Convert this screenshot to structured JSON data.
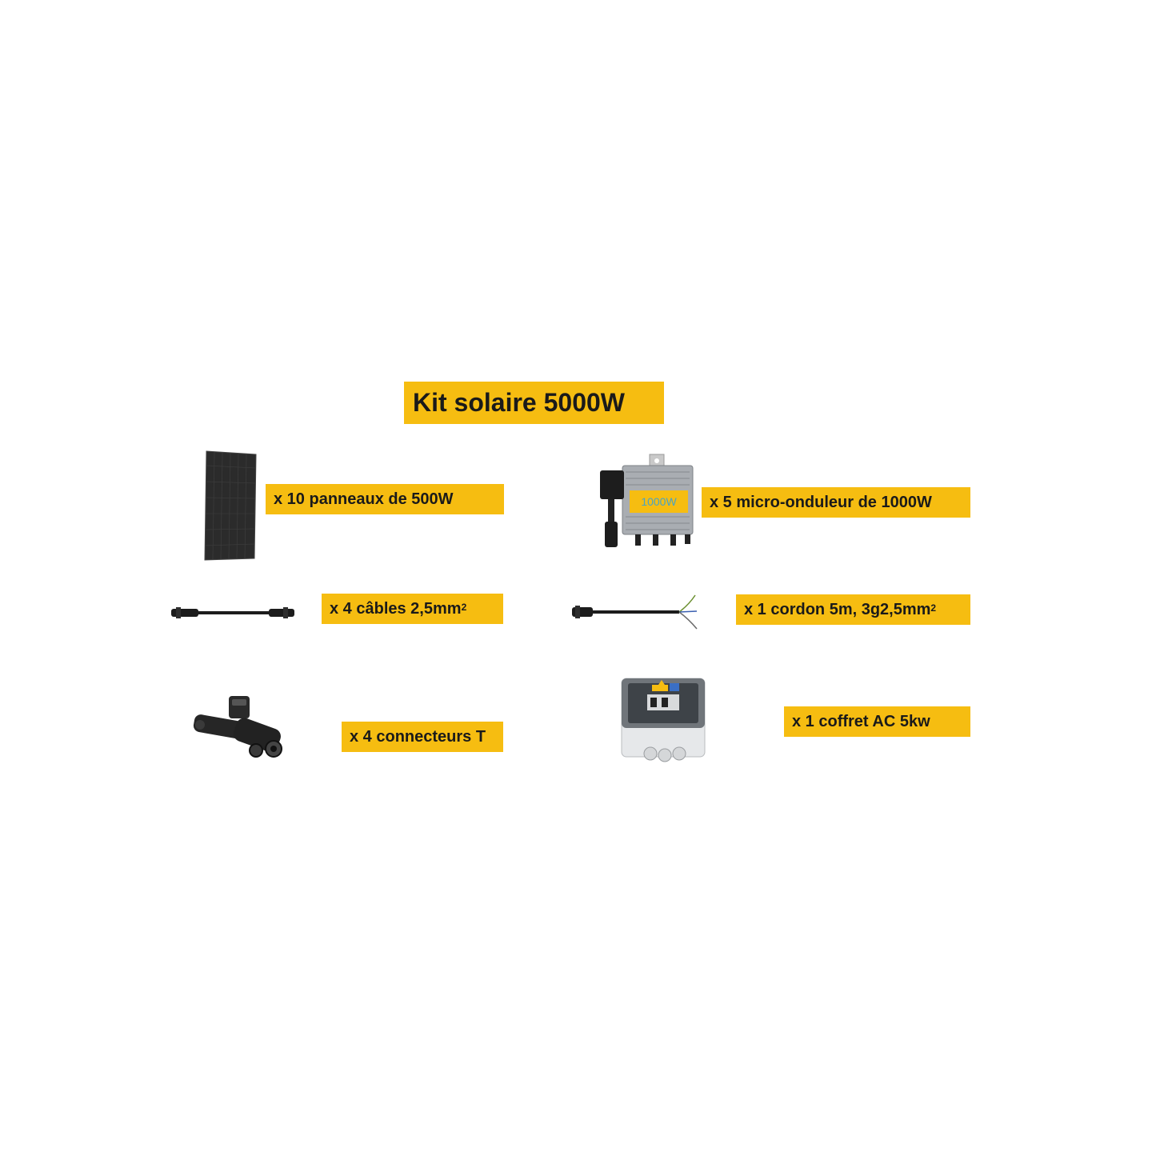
{
  "title": "Kit solaire 5000W",
  "items": [
    {
      "name": "panels",
      "label": "x 10 panneaux de 500W",
      "superscript": ""
    },
    {
      "name": "micro-inverter",
      "label": "x 5 micro-onduleur de 1000W",
      "superscript": "",
      "badge": "1000W"
    },
    {
      "name": "cables",
      "label": "x 4 câbles 2,5mm",
      "superscript": "2"
    },
    {
      "name": "cord",
      "label": "x 1 cordon 5m, 3g2,5mm",
      "superscript": "2"
    },
    {
      "name": "t-connectors",
      "label": "x 4 connecteurs T",
      "superscript": ""
    },
    {
      "name": "ac-box",
      "label": "x 1 coffret AC 5kw",
      "superscript": ""
    }
  ],
  "colors": {
    "label_background": "#f6bd11",
    "label_text": "#1a1a1a",
    "badge_text": "#4aa3c6"
  },
  "icons": [
    "solar-panel-icon",
    "micro-inverter-icon",
    "solar-cable-icon",
    "power-cord-icon",
    "t-connector-icon",
    "ac-box-icon"
  ]
}
